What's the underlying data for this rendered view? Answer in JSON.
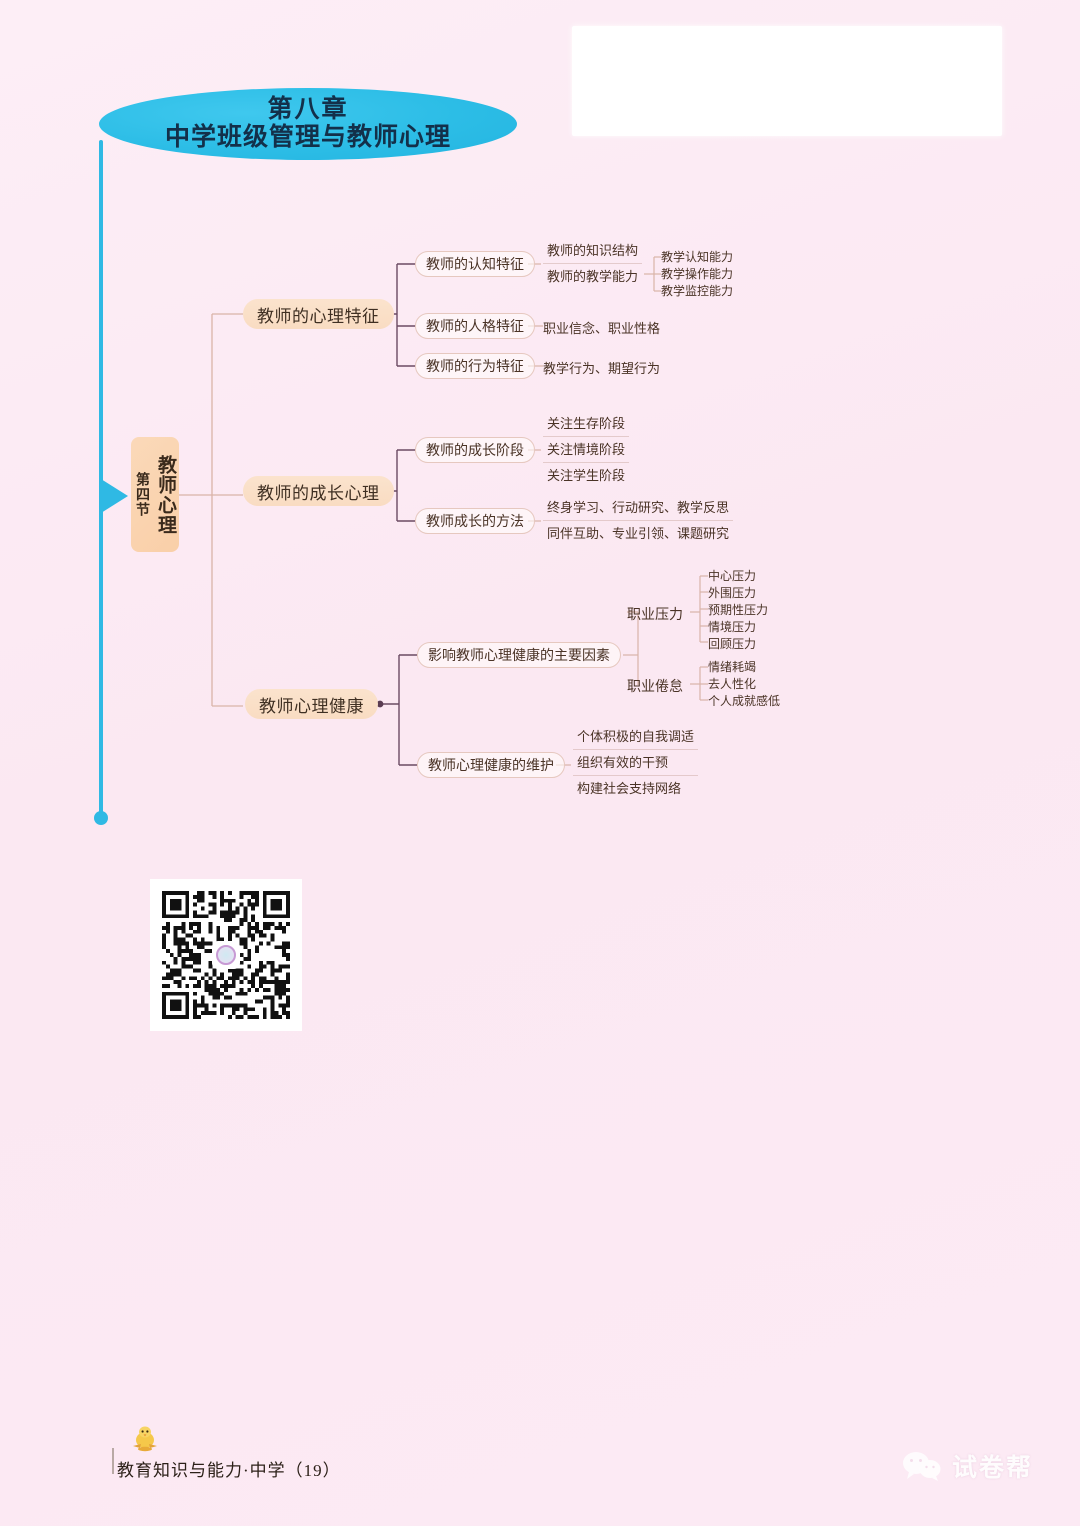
{
  "page": {
    "background_color": "#fbe9f3",
    "accent_blue": "#2fb9e4",
    "accent_peach": "#f9d6b4"
  },
  "title": {
    "line1": "第八章",
    "line2": "中学班级管理与教师心理"
  },
  "root": {
    "main": "教师心理",
    "sub": "第四节"
  },
  "branches": [
    {
      "label": "教师的心理特征",
      "children": [
        {
          "label": "教师的认知特征",
          "leaves": [
            "教师的知识结构",
            "教师的教学能力"
          ],
          "grandchildren": [
            "教学认知能力",
            "教学操作能力",
            "教学监控能力"
          ]
        },
        {
          "label": "教师的人格特征",
          "leaves": [
            "职业信念、职业性格"
          ]
        },
        {
          "label": "教师的行为特征",
          "leaves": [
            "教学行为、期望行为"
          ]
        }
      ]
    },
    {
      "label": "教师的成长心理",
      "children": [
        {
          "label": "教师的成长阶段",
          "leaves": [
            "关注生存阶段",
            "关注情境阶段",
            "关注学生阶段"
          ]
        },
        {
          "label": "教师成长的方法",
          "leaves": [
            "终身学习、行动研究、教学反思",
            "同伴互助、专业引领、课题研究"
          ]
        }
      ]
    },
    {
      "label": "教师心理健康",
      "children": [
        {
          "label": "影响教师心理健康的主要因素",
          "groups": [
            {
              "label": "职业压力",
              "items": [
                "中心压力",
                "外围压力",
                "预期性压力",
                "情境压力",
                "回顾压力"
              ]
            },
            {
              "label": "职业倦怠",
              "items": [
                "情绪耗竭",
                "去人性化",
                "个人成就感低"
              ]
            }
          ]
        },
        {
          "label": "教师心理健康的维护",
          "leaves": [
            "个体积极的自我调适",
            "组织有效的干预",
            "构建社会支持网络"
          ]
        }
      ]
    }
  ],
  "footer": {
    "text": "教育知识与能力·中学（19）"
  },
  "watermark": {
    "text": "试卷帮"
  }
}
